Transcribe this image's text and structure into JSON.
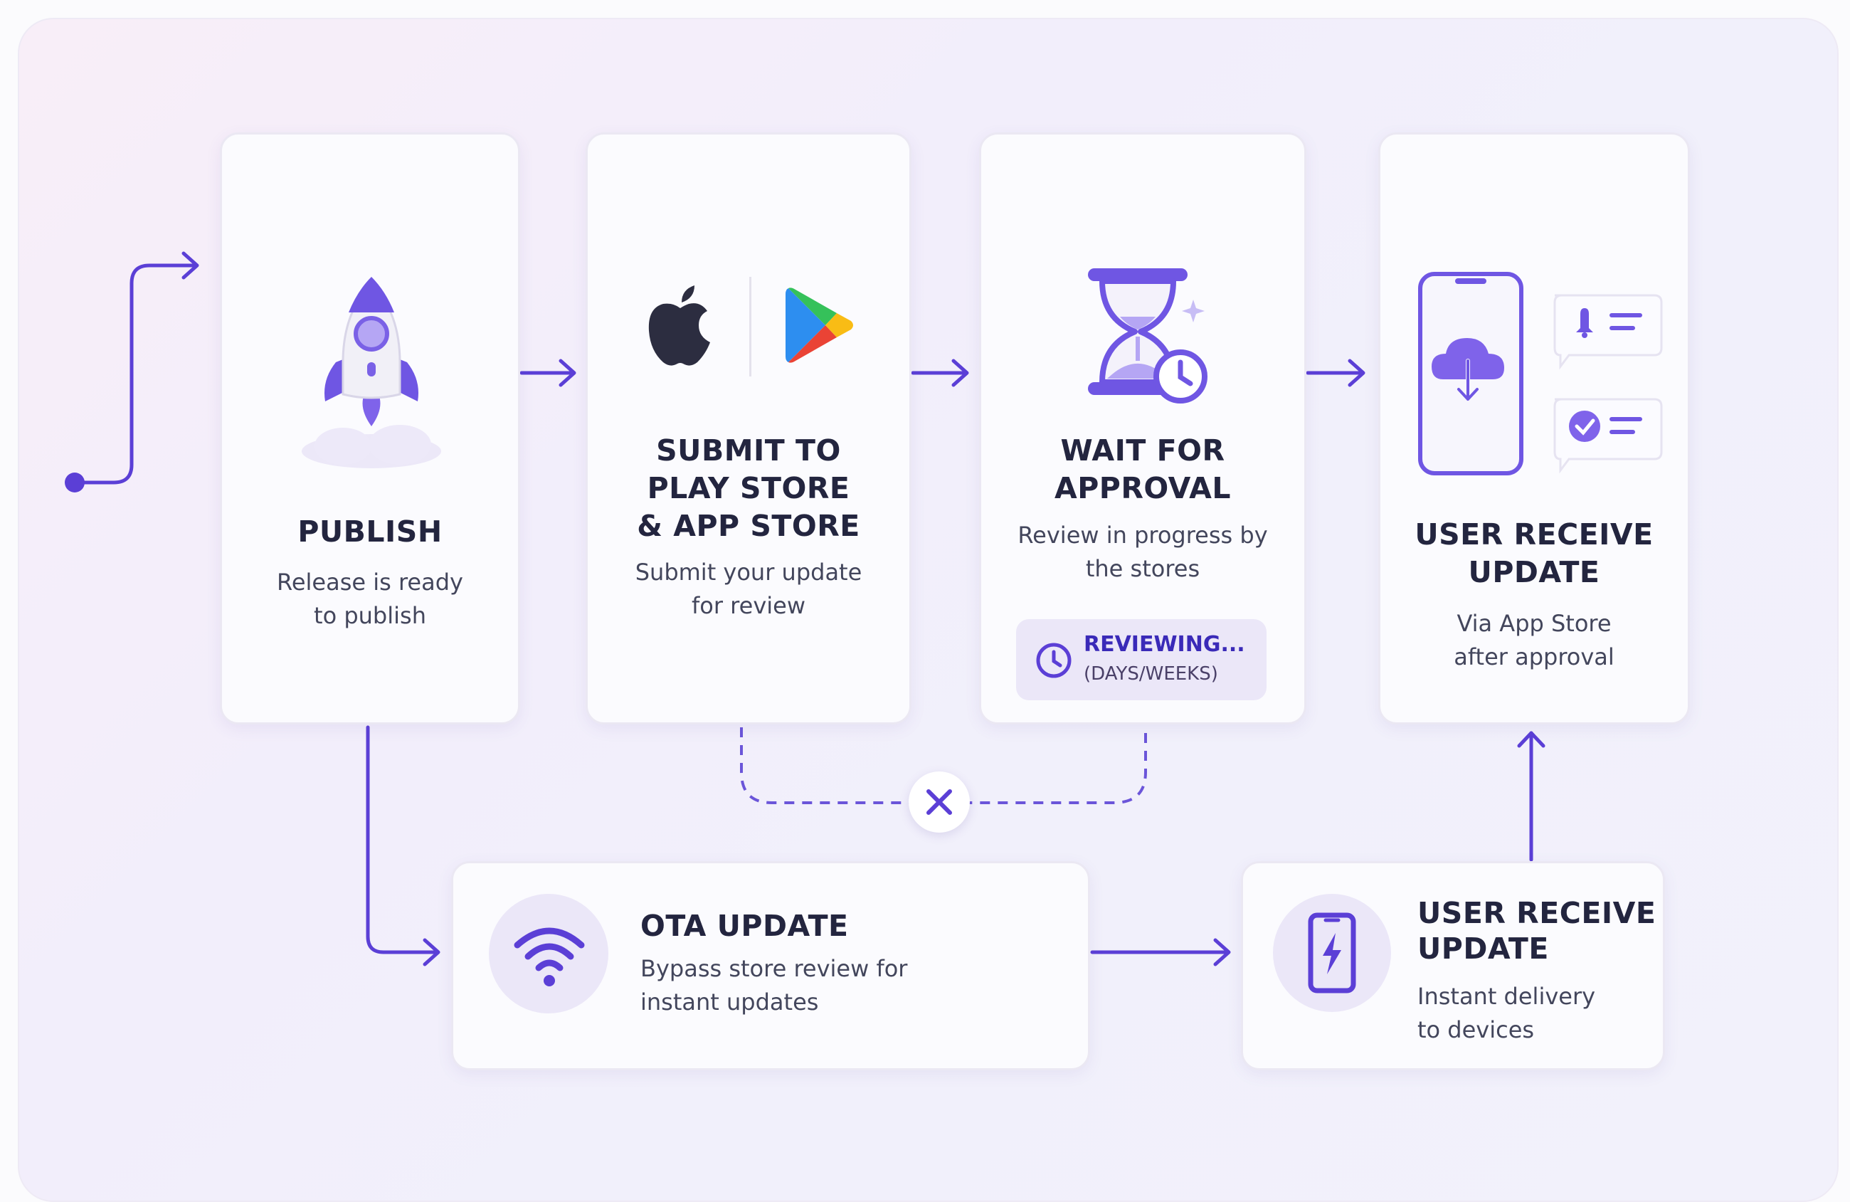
{
  "colors": {
    "accent": "#5b3fd6",
    "text": "#23253f"
  },
  "steps": {
    "publish": {
      "title": "PUBLISH",
      "desc": "Release is ready\nto publish",
      "icon": "rocket-icon"
    },
    "submit": {
      "title": "SUBMIT TO\nPLAY STORE\n& APP STORE",
      "desc": "Submit your update\nfor review",
      "icons": [
        "apple-logo-icon",
        "play-store-logo-icon"
      ]
    },
    "wait": {
      "title": "WAIT FOR\nAPPROVAL",
      "desc": "Review in progress by\nthe stores",
      "badge_label": "REVIEWING...",
      "badge_sub": "(DAYS/WEEKS)",
      "icon": "hourglass-icon"
    },
    "receive_store": {
      "title": "USER RECEIVE\nUPDATE",
      "desc": "Via App Store\nafter approval",
      "icon": "phone-cloud-download-icon"
    },
    "ota": {
      "title": "OTA UPDATE",
      "desc": "Bypass store review for\ninstant updates",
      "icon": "wifi-icon"
    },
    "receive_ota": {
      "title": "USER RECEIVE\nUPDATE",
      "desc": "Instant delivery\nto devices",
      "icon": "phone-lightning-icon"
    }
  }
}
